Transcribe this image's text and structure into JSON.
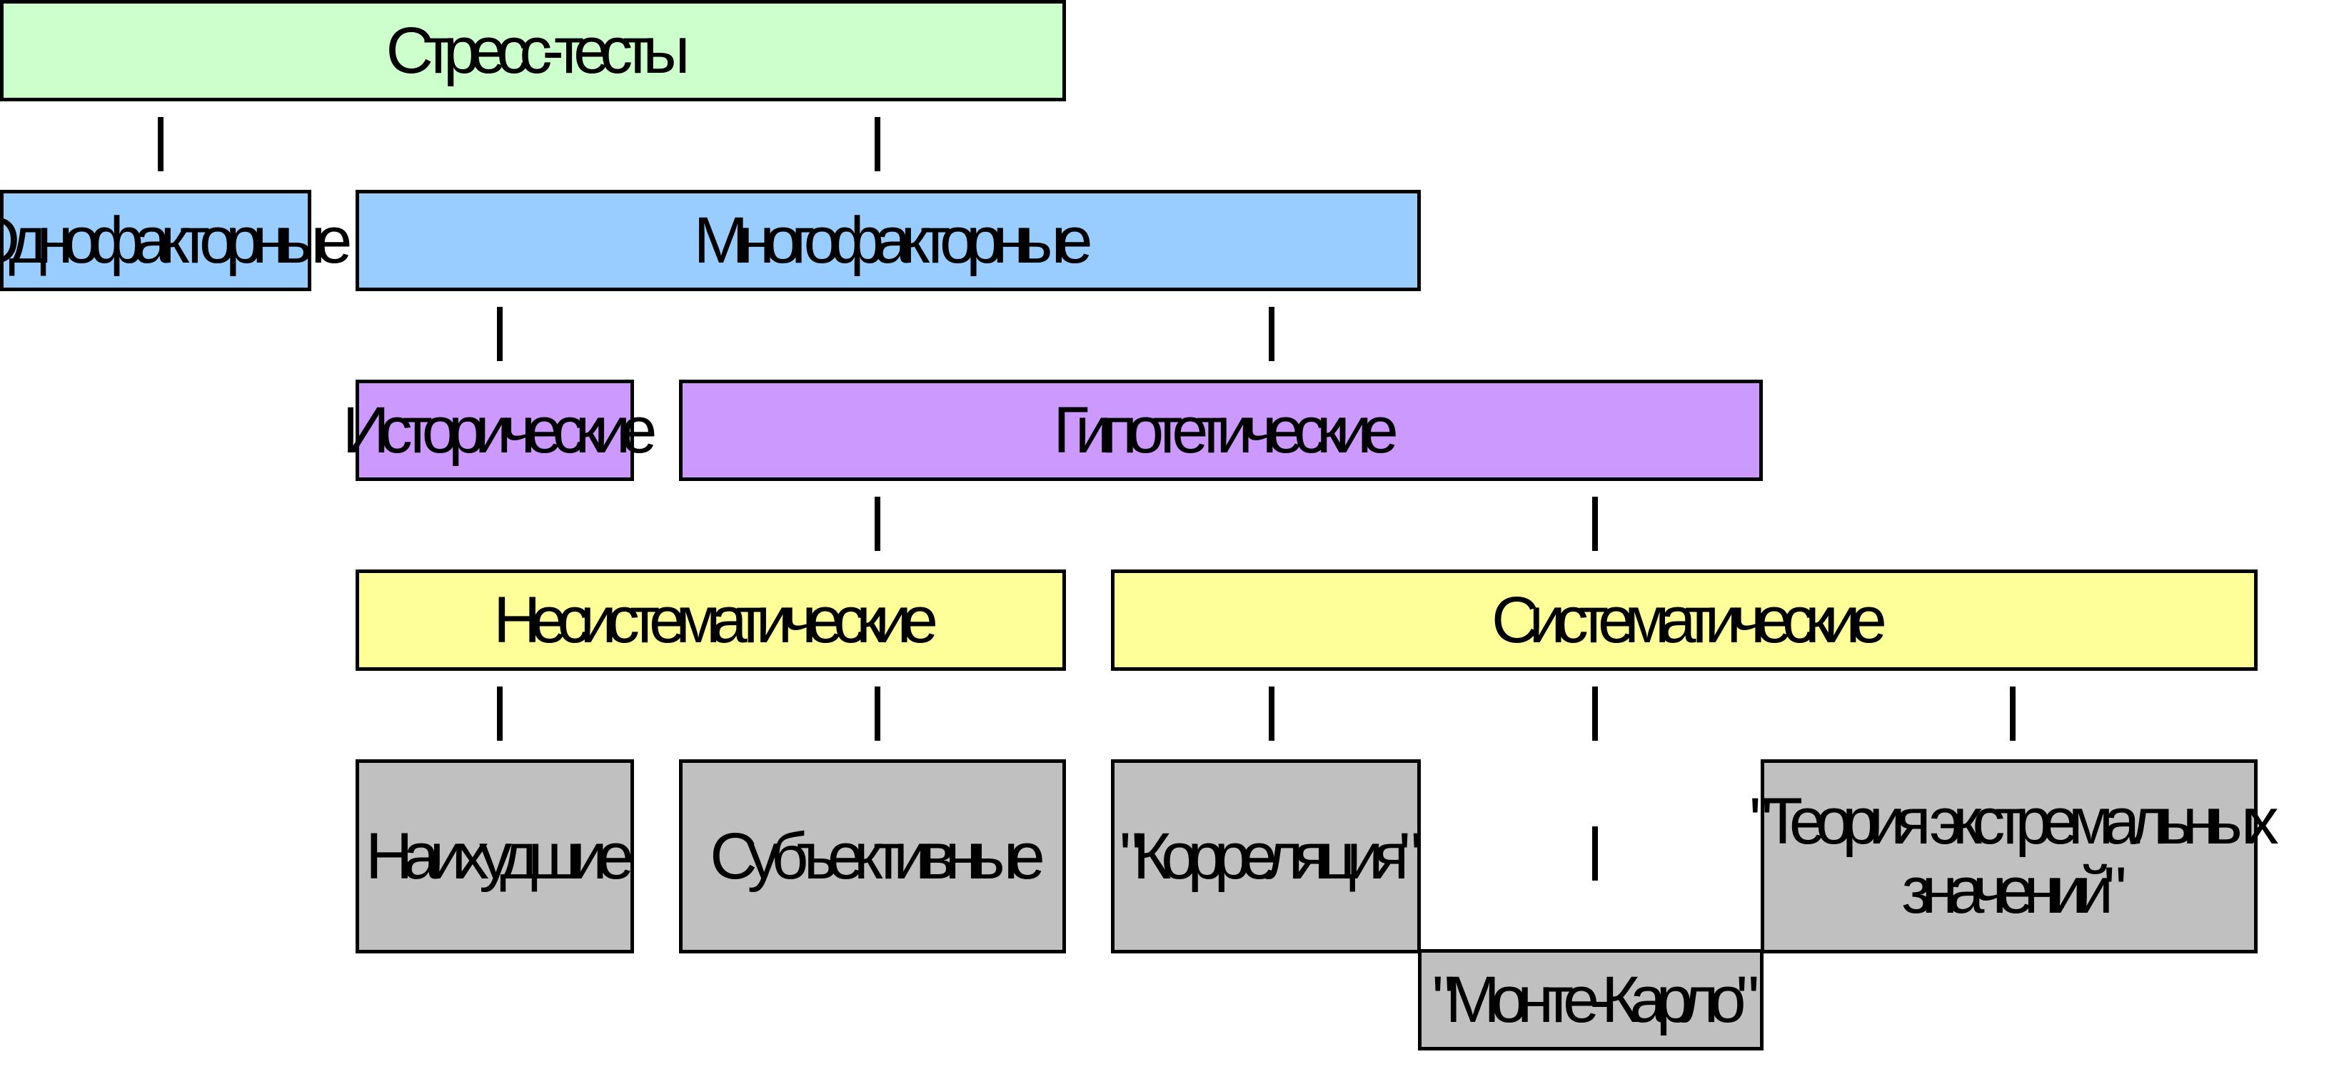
{
  "colors": {
    "root": "#ccffcc",
    "level1": "#99ccff",
    "level2": "#cc99ff",
    "level3": "#ffff99",
    "leaf": "#c0c0c0",
    "border": "#000000"
  },
  "diagram": {
    "root": "Стресс-тесты",
    "level1": {
      "single": "Однофакторные",
      "multi": "Многофакторные"
    },
    "level2": {
      "historical": "Исторические",
      "hypothetical": "Гипотетические"
    },
    "level3": {
      "nonsystematic": "Несистематические",
      "systematic": "Систематические"
    },
    "leaves": {
      "worst_case": "Наихудшие",
      "subjective": "Субъективные",
      "correlation": "\"Корреляция\"",
      "monte_carlo": "\"Монте-Карло\"",
      "extreme_values_line1": "\"Теория экстремальных",
      "extreme_values_line2": "значений\""
    }
  }
}
